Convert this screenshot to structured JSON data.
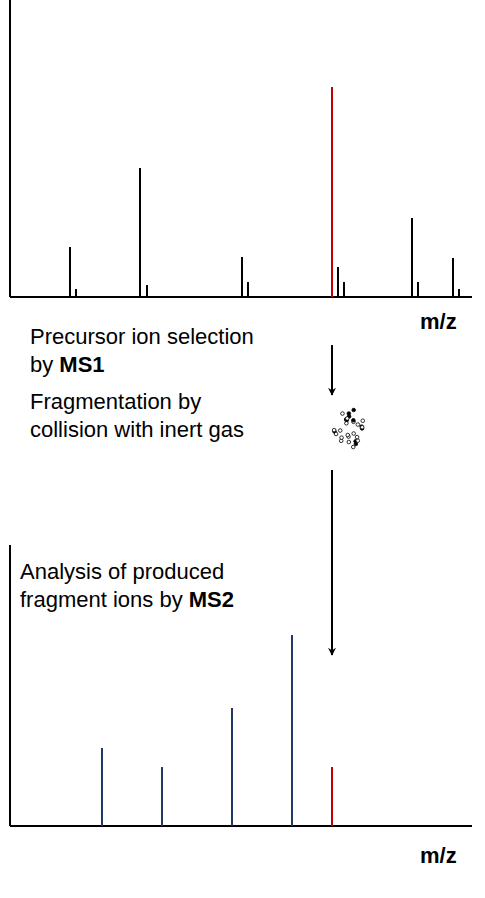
{
  "diagram": {
    "labels": [
      "m/z",
      "Precursor ion selection by MS1",
      "Fragmentation by collision with inert gas",
      "Analysis of produced fragment ions by MS2",
      "m/z"
    ]
  }
}
